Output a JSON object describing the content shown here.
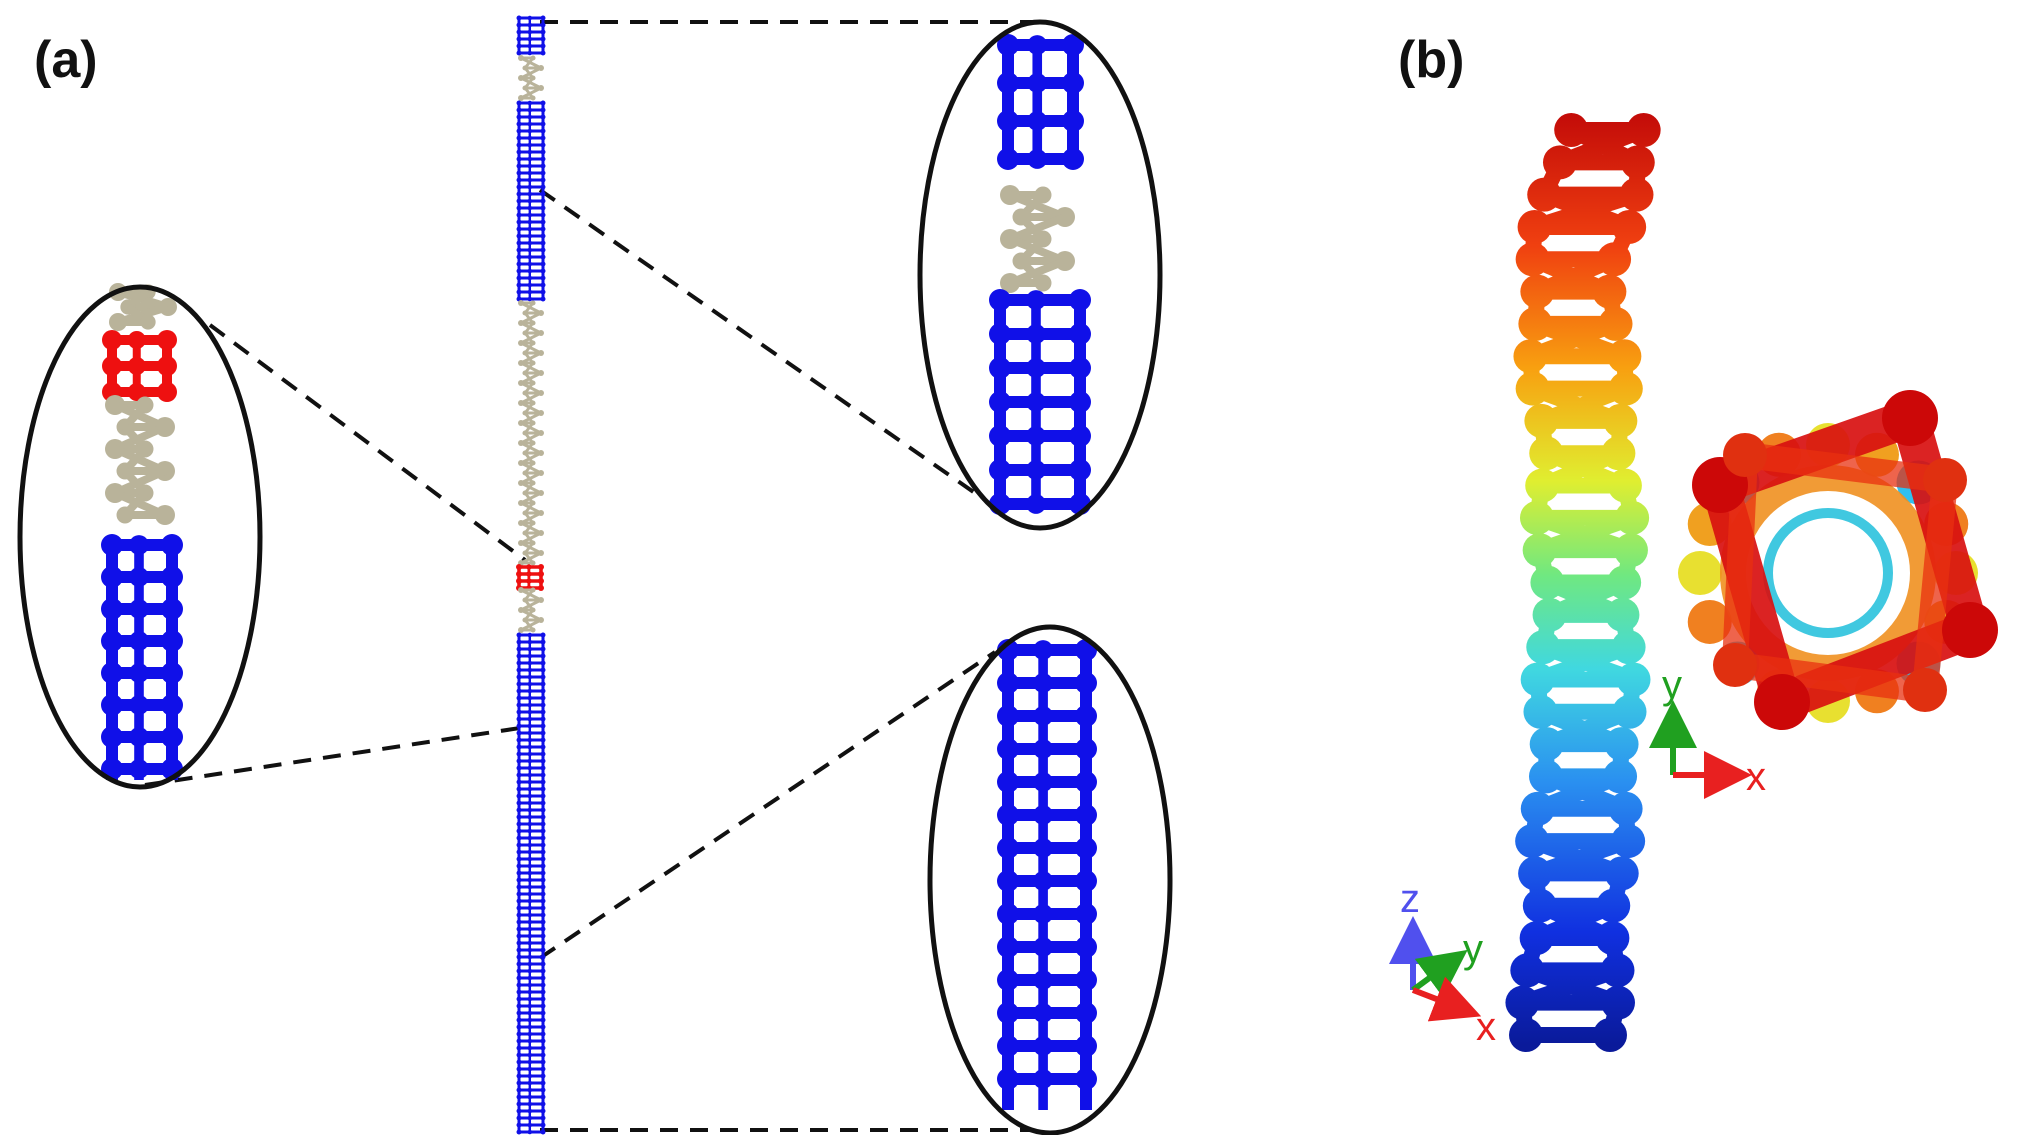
{
  "panels": {
    "a": {
      "label": "(a)"
    },
    "b": {
      "label": "(b)"
    }
  },
  "axes": {
    "side_view": {
      "z": "z",
      "y": "y",
      "x": "x"
    },
    "top_view": {
      "y": "y",
      "x": "x"
    }
  },
  "colors": {
    "blue": "#1010e8",
    "tan": "#b9b39a",
    "red": "#ee1010",
    "outline": "#111111",
    "axis_x": "#e82020",
    "axis_y": "#20a020",
    "axis_z": "#5050ee"
  }
}
